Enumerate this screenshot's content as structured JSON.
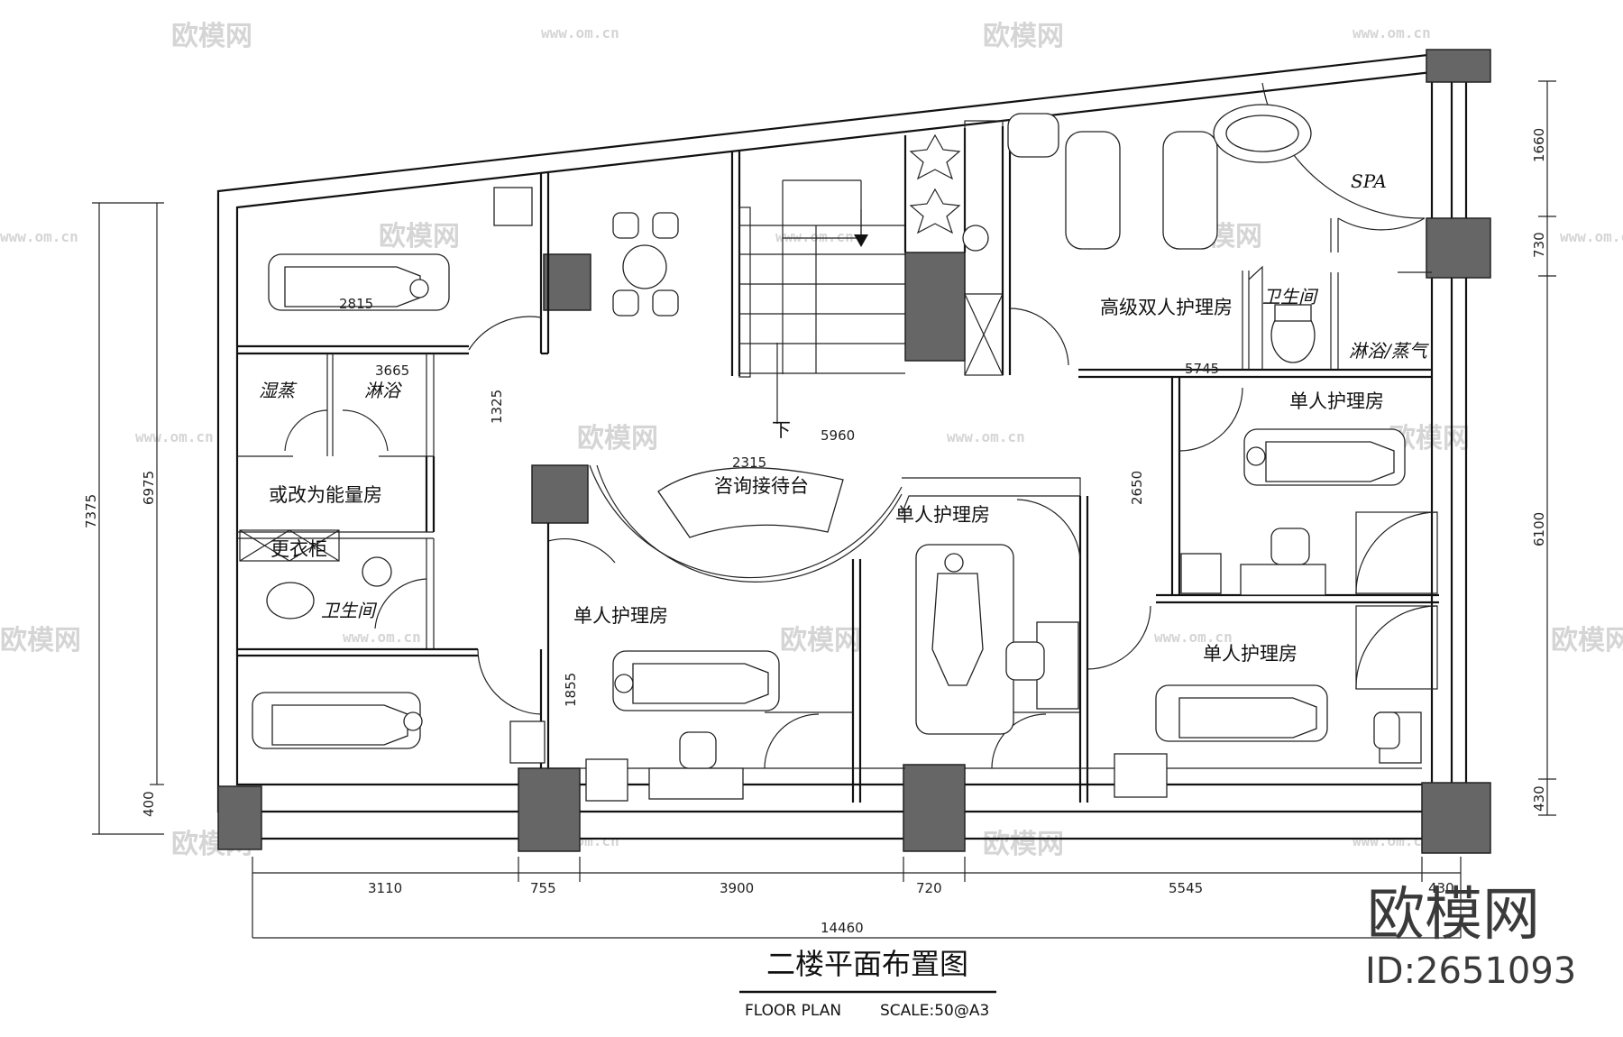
{
  "title": "二楼平面布置图",
  "subtitle_left": "FLOOR PLAN",
  "subtitle_right": "SCALE:50@A3",
  "watermark": {
    "brand": "欧模网",
    "url": "www.om.cn",
    "id": "ID:2651093"
  },
  "rooms": {
    "wet_steam": "湿蒸",
    "shower_left": "淋浴",
    "energy_room": "或改为能量房",
    "wardrobe": "更衣柜",
    "toilet_left": "卫生间",
    "reception": "咨询接待台",
    "single_a": "单人护理房",
    "single_b": "单人护理房",
    "single_c": "单人护理房",
    "single_d": "单人护理房",
    "deluxe_double": "高级双人护理房",
    "toilet_right": "卫生间",
    "shower_steam": "淋浴/蒸气",
    "spa": "SPA",
    "stair_down": "下"
  },
  "dimensions": {
    "d2815": "2815",
    "d3665": "3665",
    "d1325": "1325",
    "d5960": "5960",
    "d2315": "2315",
    "d5745": "5745",
    "d2650": "2650",
    "d1855": "1855",
    "d7375": "7375",
    "d6975": "6975",
    "d400": "400",
    "d1660": "1660",
    "d730": "730",
    "d6100": "6100",
    "d430": "430",
    "b3110": "3110",
    "b755": "755",
    "b3900": "3900",
    "b720": "720",
    "b5545": "5545",
    "b430": "430",
    "total": "14460"
  }
}
